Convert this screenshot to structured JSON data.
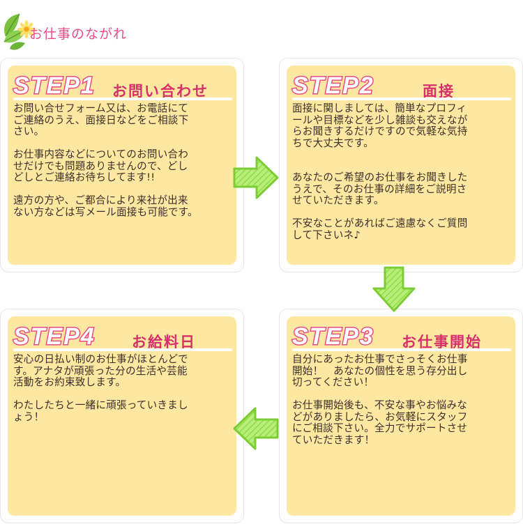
{
  "page": {
    "title": "お仕事のながれ",
    "leaf_icon": "leaf-flower-icon",
    "colors": {
      "title_pink": "#e64c86",
      "step_pink": "#d5306c",
      "card_fill": "#fee7a1",
      "arrow_green": "#9be24a"
    }
  },
  "steps": [
    {
      "label": "STEP1",
      "title": "お問い合わせ",
      "body": "お問い合せフォーム又は、お電話にて\nご連絡のうえ、面接日などをご相談下\nさい。\n\nお仕事内容などについてのお問い合わ\nせだけでも問題ありませんので、どし\nどしとご連絡お待ちしてます!!\n\n遠方の方や、ご都合により来社が出来\nない方などは写メール面接も可能です。"
    },
    {
      "label": "STEP2",
      "title": "面接",
      "body": "面接に関しましては、簡単なプロフィ\nールや目標などを少し雑談も交えなが\nらお聞きするだけですので気軽な気持\nちで大丈夫です。\n\n\nあなたのご希望のお仕事をお聞きした\nうえで、そのお仕事の詳細をご説明さ\nせていただきます。\n\n不安なことがあればご遠慮なくご質問\nして下さいネ♪"
    },
    {
      "label": "STEP3",
      "title": "お仕事開始",
      "body": "自分にあったお仕事でさっそくお仕事\n開始！　あなたの個性を思う存分出し\n切ってください！\n\nお仕事開始後も、不安な事やお悩みな\nどがありましたら、お気軽にスタッフ\nにご相談下さい。全力でサポートさせ\nていただきます！"
    },
    {
      "label": "STEP4",
      "title": "お給料日",
      "body": "安心の日払い制のお仕事がほとんどで\nす。アナタが頑張った分の生活や芸能\n活動をお約束致します。\n\nわたしたちと一緒に頑張っていきまし\nょう！"
    }
  ],
  "arrows": {
    "step1_to_step2": "arrow-right-icon",
    "step2_to_step3": "arrow-down-icon",
    "step3_to_step4": "arrow-left-icon"
  }
}
